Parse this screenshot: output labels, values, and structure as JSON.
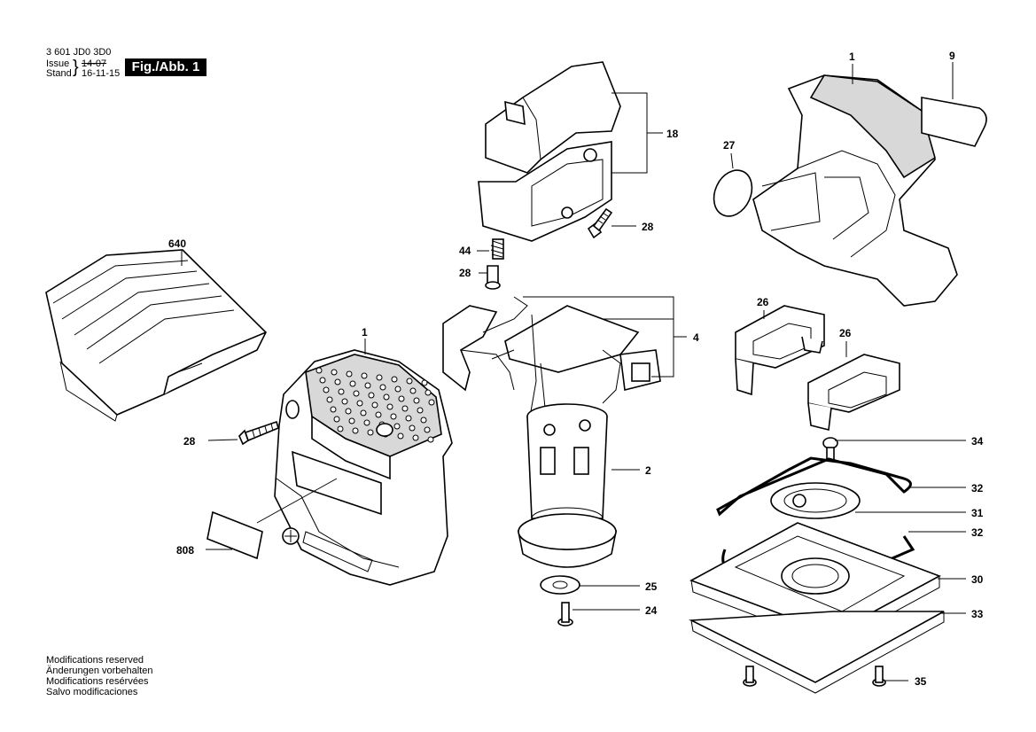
{
  "header": {
    "doc_number": "3 601 JD0 3D0",
    "issue_label": "Issue",
    "stand_label": "Stand",
    "issue_date_old": "14-07",
    "issue_date": "16-11-15",
    "figure_label": "Fig./Abb. 1"
  },
  "footer": {
    "lines": [
      "Modifications reserved",
      "Änderungen vorbehalten",
      "Modifications resérvées",
      "Salvo modificaciones"
    ]
  },
  "callouts": {
    "p1_top": "1",
    "p9": "9",
    "p18": "18",
    "p27": "27",
    "p28_a": "28",
    "p44": "44",
    "p28_b": "28",
    "p640": "640",
    "p1_main": "1",
    "p4": "4",
    "p26_a": "26",
    "p26_b": "26",
    "p28_c": "28",
    "p2": "2",
    "p34": "34",
    "p32_a": "32",
    "p31": "31",
    "p32_b": "32",
    "p808": "808",
    "p25": "25",
    "p30": "30",
    "p24": "24",
    "p33": "33",
    "p35": "35"
  }
}
